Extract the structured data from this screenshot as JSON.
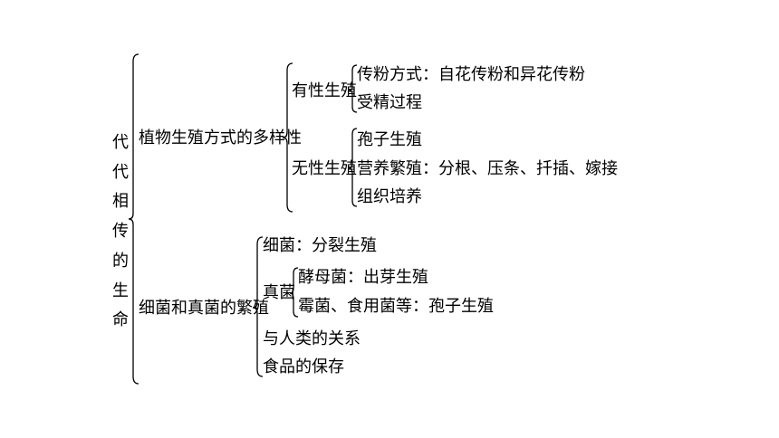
{
  "root": {
    "label": "代代相传的生命",
    "chars": [
      "代",
      "代",
      "相",
      "传",
      "的",
      "生",
      "命"
    ]
  },
  "plant": {
    "label": "植物生殖方式的多样性",
    "sexual": {
      "label": "有性生殖",
      "items": [
        "传粉方式：自花传粉和异花传粉",
        "受精过程"
      ]
    },
    "asexual": {
      "label": "无性生殖",
      "items": [
        "孢子生殖",
        "营养繁殖：分根、压条、扦插、嫁接",
        "组织培养"
      ]
    }
  },
  "microbe": {
    "label": "细菌和真菌的繁殖",
    "bacteria": "细菌：分裂生殖",
    "fungi": {
      "label": "真菌",
      "items": [
        "酵母菌：出芽生殖",
        "霉菌、食用菌等：孢子生殖"
      ]
    },
    "relation": "与人类的关系",
    "preservation": "食品的保存"
  }
}
